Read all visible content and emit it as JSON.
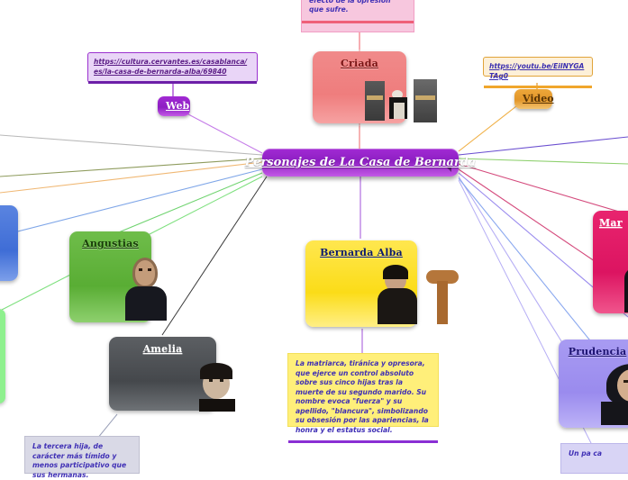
{
  "map": {
    "central": {
      "label": "Personajes de La Casa de Bernarda",
      "color": "#8d1fc2"
    }
  },
  "nodes": {
    "criada": {
      "title": "Criada",
      "color": "#ef7d7d"
    },
    "angustias": {
      "title": "Angustias",
      "color": "#59ad34"
    },
    "bernarda": {
      "title": "Bernarda Alba",
      "color": "#fbdc18"
    },
    "amelia": {
      "title": "Amelia",
      "color": "#45484c"
    },
    "prudencia": {
      "title": "Prudencia",
      "color": "#9a8bee"
    },
    "martirio": {
      "title": "Mar",
      "color": "#dc1461"
    }
  },
  "resources": {
    "web_pill": "Web",
    "web_url": "https://cultura.cervantes.es/casablanca/es/la-casa-de-bernarda-alba/69840",
    "video_pill": "Video",
    "video_url": "https://youtu.be/EiINYGATAg0"
  },
  "notes": {
    "poncia": "La Poncia. Muestra el efecto de la opresión que sufre.",
    "bernarda": "La matriarca, tiránica y opresora, que ejerce un control absoluto sobre sus cinco hijas tras la muerte de su segundo marido. Su nombre evoca \"fuerza\" y su apellido, \"blancura\", simbolizando su obsesión por las apariencias, la honra y el estatus social.",
    "amelia": "La tercera hija, de carácter más tímido y menos participativo que sus hermanas.",
    "corner": "Un pa ca"
  }
}
